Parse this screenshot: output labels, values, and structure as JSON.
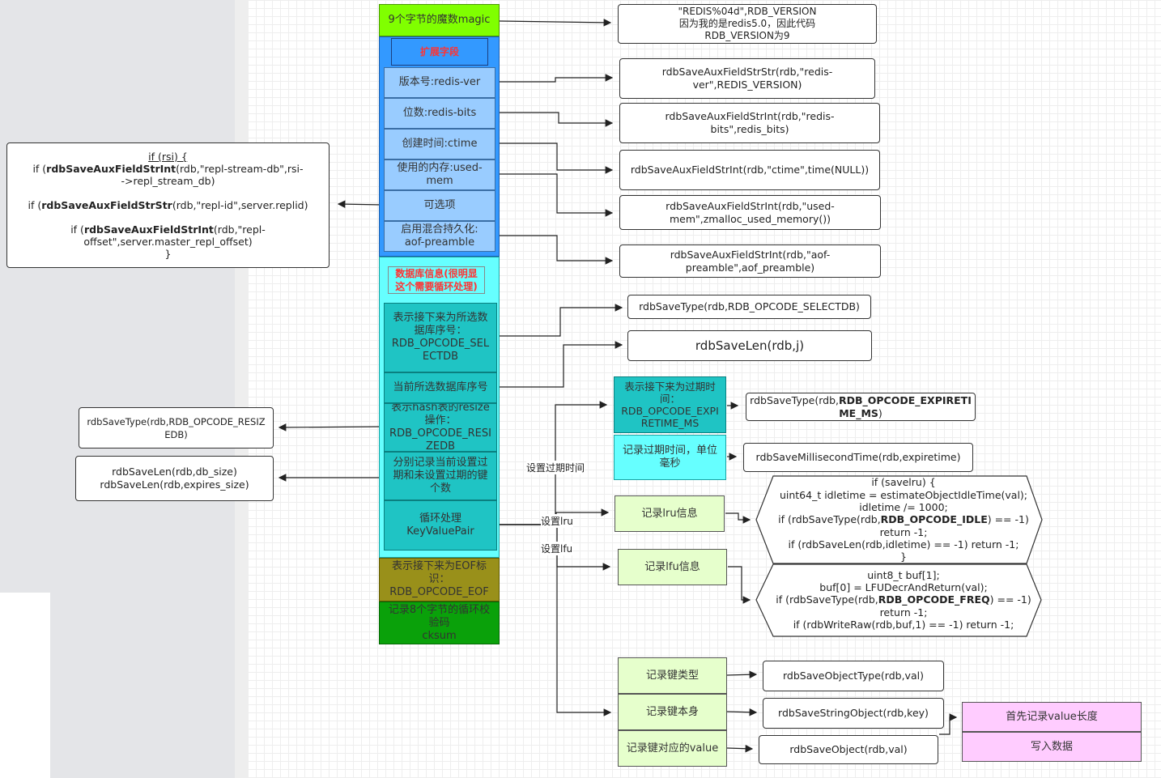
{
  "magic": "9个字节的魔数magic",
  "magic_note": "\"REDIS%04d\",RDB_VERSION\n因为我的是redis5.0，因此代码\nRDB_VERSION为9",
  "aux": {
    "title": "扩展字段",
    "items": [
      "版本号:redis-ver",
      "位数:redis-bits",
      "创建时间:ctime",
      "使用的内存:used-\nmem",
      "可选项",
      "启用混合持久化:\naof-preamble"
    ],
    "notes": [
      "rdbSaveAuxFieldStrStr(rdb,\"redis-\nver\",REDIS_VERSION)",
      "rdbSaveAuxFieldStrInt(rdb,\"redis-\nbits\",redis_bits)",
      "rdbSaveAuxFieldStrInt(rdb,\"ctime\",time(NULL))",
      "rdbSaveAuxFieldStrInt(rdb,\"used-\nmem\",zmalloc_used_memory())",
      "rdbSaveAuxFieldStrInt(rdb,\"aof-\npreamble\",aof_preamble)"
    ],
    "rsi_lines": [
      "if (rsi) {",
      "if (rdbSaveAuxFieldStrInt(rdb,\"repl-stream-db\",rsi-",
      "->repl_stream_db)",
      "",
      "if (rdbSaveAuxFieldStrStr(rdb,\"repl-id\",server.replid)",
      "",
      "if (rdbSaveAuxFieldStrInt(rdb,\"repl-",
      "offset\",server.master_repl_offset)",
      "}"
    ]
  },
  "db": {
    "title": "数据库信息(很明显\n这个需要循环处理)",
    "items": [
      "表示接下来为所选数\n据库序号：\nRDB_OPCODE_SEL\nECTDB",
      "当前所选数据库序号",
      "表示hash表的resize\n操作：\nRDB_OPCODE_RESI\nZEDB",
      "分别记录当前设置过\n期和未设置过期的键\n个数",
      "循环处理\nKeyValuePair"
    ],
    "notes": [
      "rdbSaveType(rdb,RDB_OPCODE_SELECTDB)",
      "rdbSaveLen(rdb,j)",
      "rdbSaveType(rdb,RDB_OPCODE_RESIZ\nEDB)",
      "rdbSaveLen(rdb,db_size)\nrdbSaveLen(rdb,expires_size)"
    ]
  },
  "eof": "表示接下来为EOF标\n识：\nRDB_OPCODE_EOF",
  "cksum": "记录8个字节的循环校\n验码\ncksum",
  "kv": {
    "edge_labels": [
      "设置过期时间",
      "设置lru",
      "设置lfu"
    ],
    "expire_items": [
      "表示接下来为过期时\n间：\nRDB_OPCODE_EXPI\nRETIME_MS",
      "记录过期时间，单位\n毫秒"
    ],
    "expire_notes": [
      "rdbSaveMillisecondTime(rdb,expiretime)"
    ],
    "expire_type_prefix": "rdbSaveType(rdb,",
    "expire_type_bold": "RDB_OPCODE_EXPIRETI\nME_MS",
    "expire_type_suffix": ")",
    "lru": "记录lru信息",
    "lfu": "记录lfu信息",
    "lru_code_lines": [
      "if (savelru) {",
      "uint64_t idletime = estimateObjectIdleTime(val);",
      "idletime /= 1000;",
      "if (rdbSaveType(rdb,RDB_OPCODE_IDLE) == -1)",
      "return -1;",
      "if (rdbSaveLen(rdb,idletime) == -1) return -1;",
      "}"
    ],
    "lfu_code_lines": [
      "uint8_t buf[1];",
      "buf[0] = LFUDecrAndReturn(val);",
      "if (rdbSaveType(rdb,RDB_OPCODE_FREQ) == -1)",
      "return -1;",
      "if (rdbWriteRaw(rdb,buf,1) == -1) return -1;"
    ],
    "record_items": [
      "记录键类型",
      "记录键本身",
      "记录键对应的value"
    ],
    "record_notes": [
      "rdbSaveObjectType(rdb,val)",
      "rdbSaveStringObject(rdb,key)",
      "rdbSaveObject(rdb,val)"
    ],
    "value_items": [
      "首先记录value长度",
      "写入数据"
    ]
  }
}
